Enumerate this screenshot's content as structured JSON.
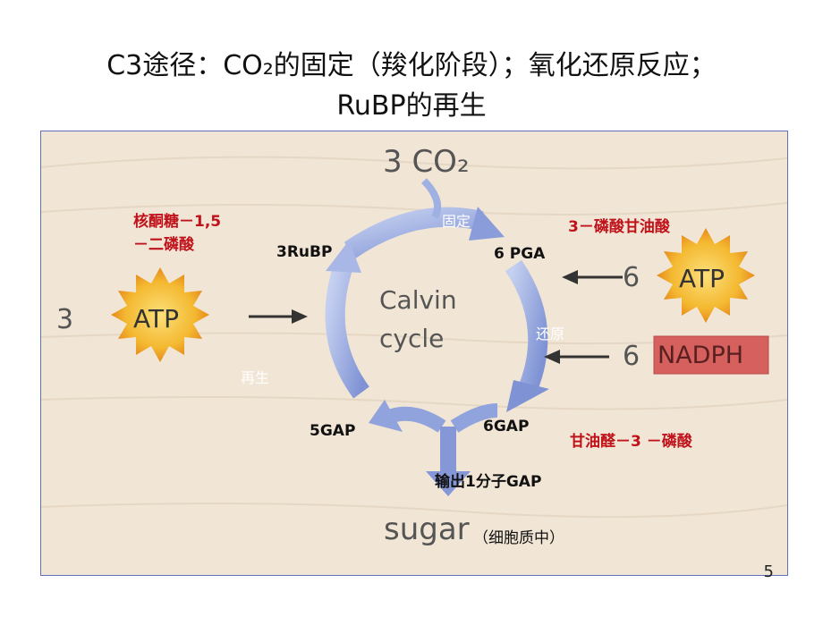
{
  "title": {
    "line1": "C3途径：CO₂的固定（羧化阶段）；氧化还原反应；",
    "line2": "RuBP的再生"
  },
  "diagram": {
    "co2": "3 CO₂",
    "cycle_line1": "Calvin",
    "cycle_line2": "cycle",
    "rubp": "3RuBP",
    "pga": "6 PGA",
    "gap6": "6GAP",
    "gap5": "5GAP",
    "output": "输出1分子GAP",
    "sugar": "sugar",
    "sugar_note": "（细胞质中）",
    "rubp_cn_line1": "核酮糖－1,5",
    "rubp_cn_line2": "－二磷酸",
    "pga_cn": "3－磷酸甘油酸",
    "gap_cn": "甘油醛－3 －磷酸",
    "stage_fix": "固定",
    "stage_reduce": "还原",
    "stage_regen": "再生",
    "atp_left_count": "3",
    "atp_left": "ATP",
    "atp_right_count": "6",
    "atp_right": "ATP",
    "nadph_count": "6",
    "nadph": "NADPH"
  },
  "colors": {
    "annotation_red": "#c0121a",
    "arrow_blue": "#9fb0e3",
    "atp_burst": "#f6c53a",
    "nadph_box": "#d5605e",
    "frame": "#5f6fc0"
  },
  "page_number": "5"
}
